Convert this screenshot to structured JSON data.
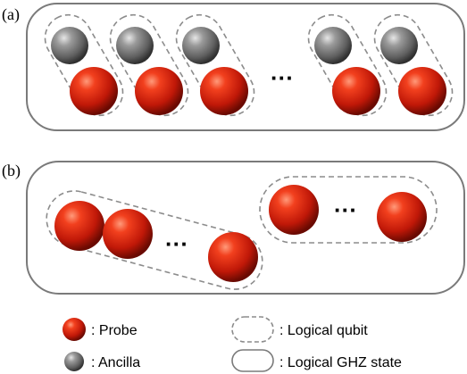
{
  "panels": {
    "a": {
      "label": "(a)"
    },
    "b": {
      "label": "(b)"
    }
  },
  "ellipsis": "···",
  "legend": {
    "probe": ": Probe",
    "ancilla": ": Ancilla",
    "logical_qubit": ": Logical qubit",
    "logical_ghz": ": Logical GHZ state"
  },
  "colors": {
    "probe": "#d42010",
    "ancilla": "#7a7a7a",
    "dashed_outline": "#8c8c8c",
    "solid_outline": "#7a7a7a"
  }
}
